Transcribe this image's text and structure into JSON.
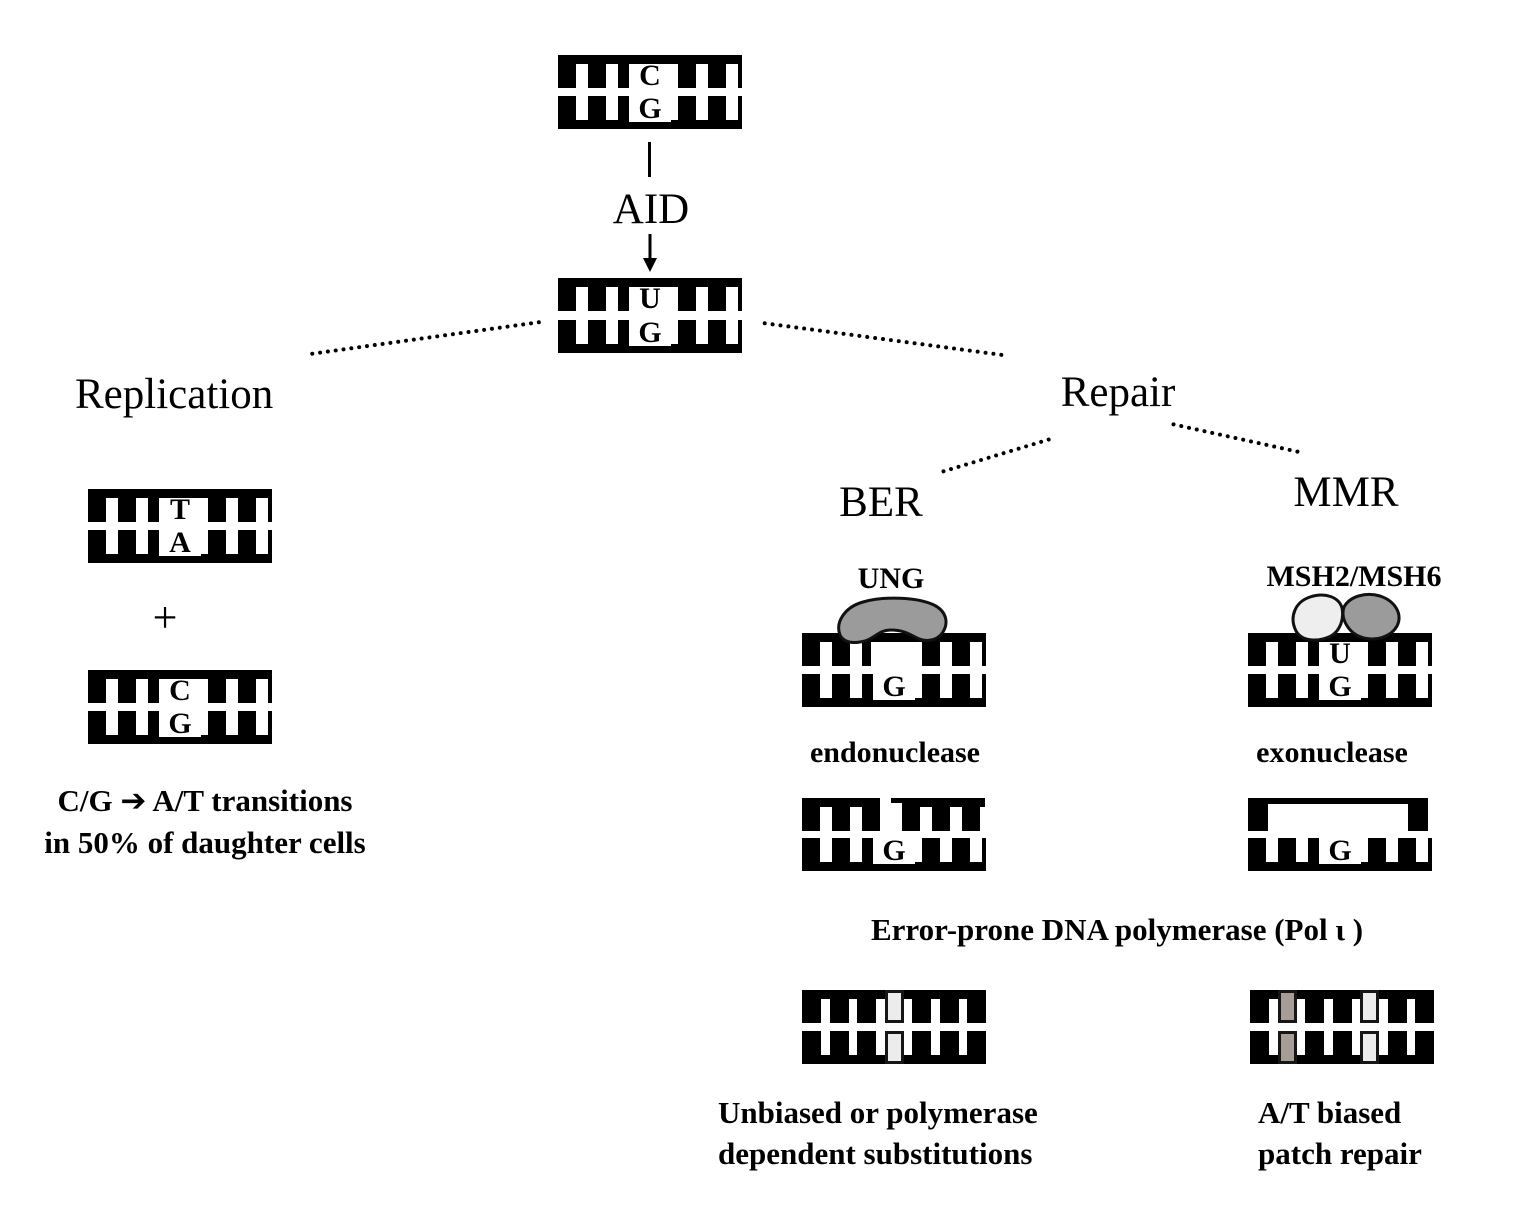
{
  "diagram": {
    "labels": {
      "aid": "AID",
      "replication": "Replication",
      "repair": "Repair",
      "ber": "BER",
      "mmr": "MMR",
      "ung": "UNG",
      "msh": "MSH2/MSH6",
      "endonuclease": "endonuclease",
      "exonuclease": "exonuclease",
      "polymerase": "Error-prone DNA polymerase (Pol ι )",
      "plus": "+",
      "replication_caption_pre": "C/G",
      "replication_caption_arrow": "➔",
      "replication_caption_post": "A/T transitions",
      "replication_caption_line2": "in 50% of daughter cells",
      "ber_caption_line1": "Unbiased or polymerase",
      "ber_caption_line2": "dependent substitutions",
      "mmr_caption_line1": "A/T biased",
      "mmr_caption_line2": "patch repair"
    },
    "dna": {
      "cg_start": {
        "top_base": "C",
        "bottom_base": "G"
      },
      "ug": {
        "top_base": "U",
        "bottom_base": "G"
      },
      "ta": {
        "top_base": "T",
        "bottom_base": "A"
      },
      "cg_daughter": {
        "top_base": "C",
        "bottom_base": "G"
      },
      "ber_abasic": {
        "bottom_base": "G"
      },
      "ber_nicked": {
        "bottom_base": "G"
      },
      "mmr_ug": {
        "top_base": "U",
        "bottom_base": "G"
      },
      "mmr_gap": {
        "bottom_base": "G"
      }
    },
    "colors": {
      "ink": "#000000",
      "background": "#ffffff",
      "enzyme_gray": "#9b9b9b",
      "enzyme_light": "#eeeeee",
      "patch_light": "#ececec",
      "patch_gray": "#a59d96"
    }
  }
}
